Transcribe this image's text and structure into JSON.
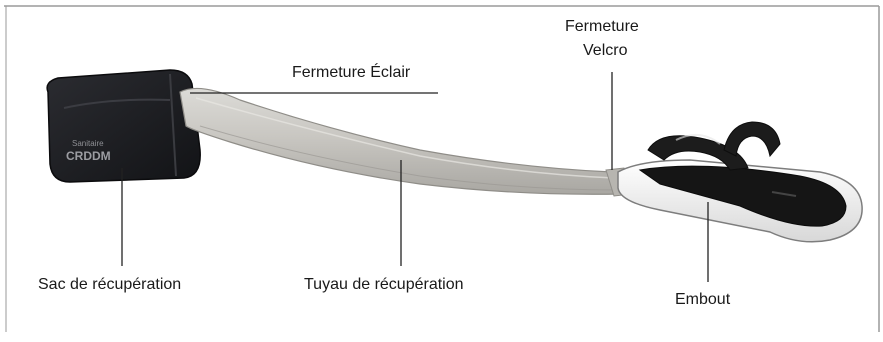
{
  "labels": {
    "zipper": "Fermeture Éclair",
    "velcro_line1": "Fermeture",
    "velcro_line2": "Velcro",
    "bag": "Sac de récupération",
    "hose": "Tuyau de récupération",
    "nozzle": "Embout"
  },
  "bag_print": {
    "line1": "Sanitaire",
    "line2": "CRDDM"
  },
  "colors": {
    "bag": "#1e1f23",
    "hose": "#c9c7c2",
    "nozzle_body": "#f2f2f2",
    "nozzle_dark": "#141414",
    "frame": "#9a9a9a"
  }
}
